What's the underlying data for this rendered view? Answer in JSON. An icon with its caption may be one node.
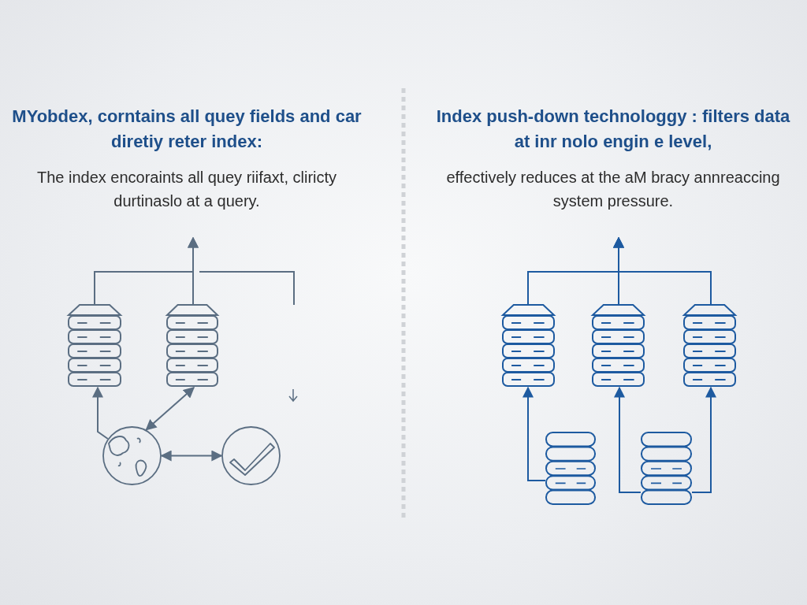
{
  "diagram": {
    "nodes": [
      {
        "text": [],
        "shape": "server"
      },
      {
        "text": [],
        "shape": "server"
      },
      {
        "text": [],
        "shape": "globe"
      },
      {
        "text": [],
        "shape": "checkmark"
      },
      {
        "text": [],
        "shape": "server"
      },
      {
        "text": [],
        "shape": "server"
      },
      {
        "text": [],
        "shape": "server"
      },
      {
        "text": [],
        "shape": "cylinder"
      },
      {
        "text": [],
        "shape": "cylinder"
      }
    ],
    "edges": [
      {
        "from": 0,
        "to": null,
        "arrow": "to",
        "color": "#5b6e82"
      },
      {
        "from": 1,
        "to": null,
        "arrow": "to",
        "color": "#5b6e82"
      },
      {
        "from": 2,
        "to": 0,
        "arrow": "to",
        "color": "#5b6e82"
      },
      {
        "from": 2,
        "to": 1,
        "arrow": "both",
        "color": "#5b6e82"
      },
      {
        "from": 2,
        "to": 3,
        "arrow": "both",
        "color": "#5b6e82"
      },
      {
        "from": 4,
        "to": null,
        "arrow": "to"
      },
      {
        "from": 5,
        "to": null,
        "arrow": "to"
      },
      {
        "from": 6,
        "to": null,
        "arrow": "to"
      },
      {
        "from": 7,
        "to": 4,
        "arrow": "to"
      },
      {
        "from": 8,
        "to": 5,
        "arrow": "to"
      },
      {
        "from": 8,
        "to": 6,
        "arrow": "to"
      }
    ],
    "labels": [
      "MYobdex, corntains all quey fields and car diretiy reter index:",
      "The index encoraints all quey riifaxt, cliricty durtinaslo at a query.",
      "Index push-down technologgy : filters data at inr nolo engin e level,",
      "effectively reduces at the aM bracy annreaccing system pressure."
    ]
  }
}
